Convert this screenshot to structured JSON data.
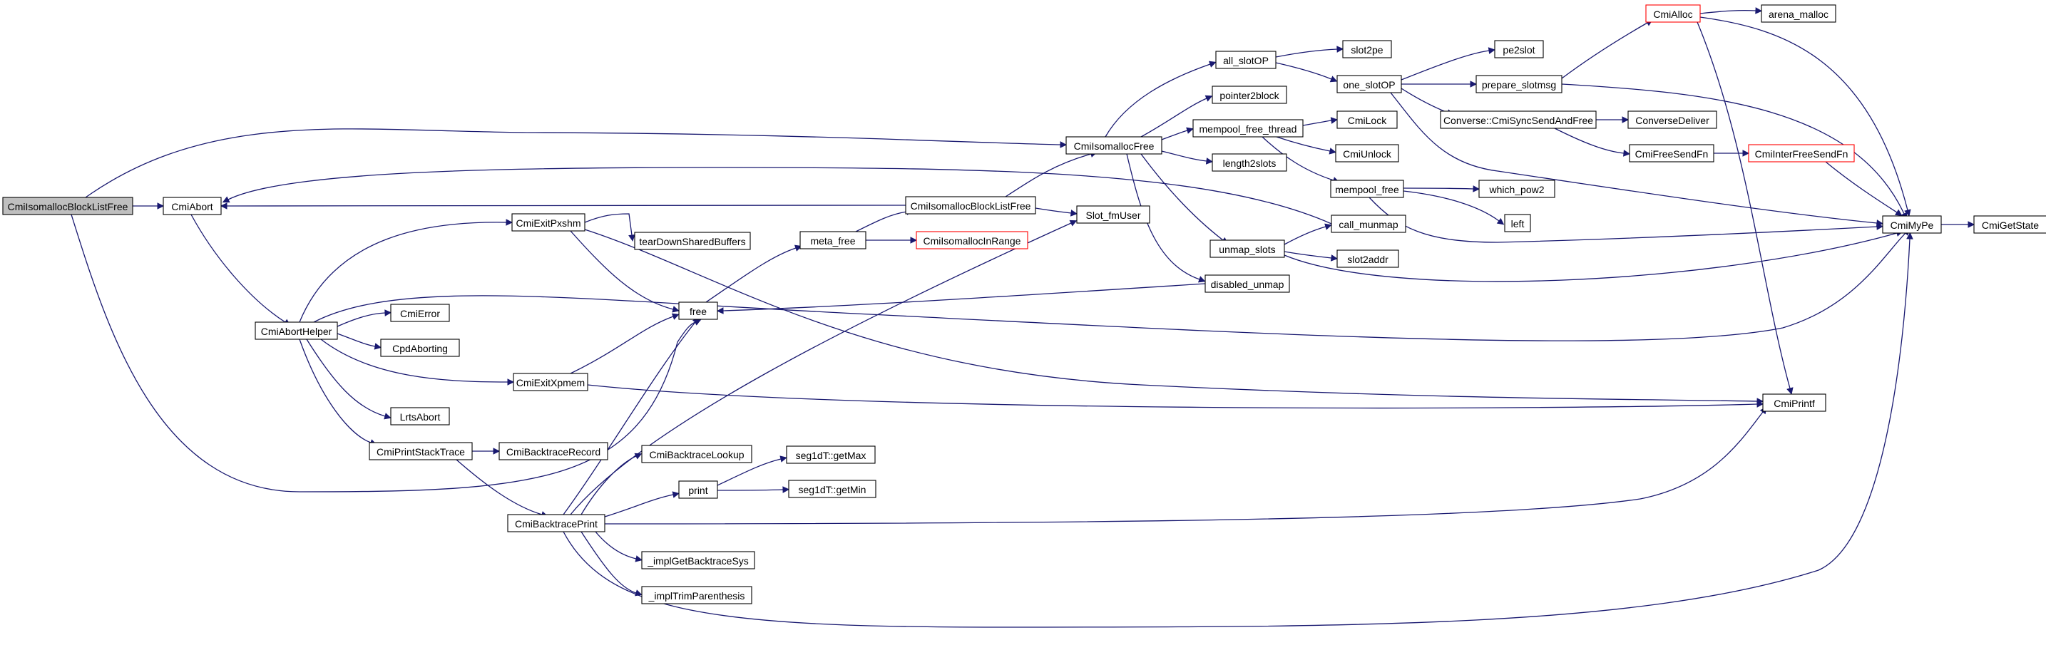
{
  "graph": {
    "edge_color": "#191970",
    "root_fill": "#bfbfbf",
    "truncated_border": "#ff0000",
    "nodes": [
      {
        "id": "CmiIsomallocBlockListFree_root",
        "label": "CmiIsomallocBlockListFree",
        "style": "root"
      },
      {
        "id": "CmiAbort",
        "label": "CmiAbort",
        "style": "normal"
      },
      {
        "id": "CmiAbortHelper",
        "label": "CmiAbortHelper",
        "style": "normal"
      },
      {
        "id": "CmiExitPxshm",
        "label": "CmiExitPxshm",
        "style": "normal"
      },
      {
        "id": "tearDownSharedBuffers",
        "label": "tearDownSharedBuffers",
        "style": "normal"
      },
      {
        "id": "CmiError",
        "label": "CmiError",
        "style": "normal"
      },
      {
        "id": "CpdAborting",
        "label": "CpdAborting",
        "style": "normal"
      },
      {
        "id": "CmiExitXpmem",
        "label": "CmiExitXpmem",
        "style": "normal"
      },
      {
        "id": "LrtsAbort",
        "label": "LrtsAbort",
        "style": "normal"
      },
      {
        "id": "CmiPrintStackTrace",
        "label": "CmiPrintStackTrace",
        "style": "normal"
      },
      {
        "id": "CmiBacktraceRecord",
        "label": "CmiBacktraceRecord",
        "style": "normal"
      },
      {
        "id": "CmiBacktracePrint",
        "label": "CmiBacktracePrint",
        "style": "normal"
      },
      {
        "id": "free",
        "label": "free",
        "style": "normal"
      },
      {
        "id": "meta_free",
        "label": "meta_free",
        "style": "normal"
      },
      {
        "id": "CmiIsomallocInRange",
        "label": "CmiIsomallocInRange",
        "style": "truncated"
      },
      {
        "id": "CmiIsomallocBlockListFree_mid",
        "label": "CmiIsomallocBlockListFree",
        "style": "normal"
      },
      {
        "id": "Slot_fmUser",
        "label": "Slot_fmUser",
        "style": "normal"
      },
      {
        "id": "CmiIsomallocFree",
        "label": "CmiIsomallocFree",
        "style": "normal"
      },
      {
        "id": "CmiBacktraceLookup",
        "label": "CmiBacktraceLookup",
        "style": "normal"
      },
      {
        "id": "print",
        "label": "print",
        "style": "normal"
      },
      {
        "id": "seg1dT_getMax",
        "label": "seg1dT::getMax",
        "style": "normal"
      },
      {
        "id": "seg1dT_getMin",
        "label": "seg1dT::getMin",
        "style": "normal"
      },
      {
        "id": "implGetBacktraceSys",
        "label": "_implGetBacktraceSys",
        "style": "normal"
      },
      {
        "id": "implTrimParenthesis",
        "label": "_implTrimParenthesis",
        "style": "normal"
      },
      {
        "id": "all_slotOP",
        "label": "all_slotOP",
        "style": "normal"
      },
      {
        "id": "pointer2block",
        "label": "pointer2block",
        "style": "normal"
      },
      {
        "id": "mempool_free_thread",
        "label": "mempool_free_thread",
        "style": "normal"
      },
      {
        "id": "length2slots",
        "label": "length2slots",
        "style": "normal"
      },
      {
        "id": "unmap_slots",
        "label": "unmap_slots",
        "style": "normal"
      },
      {
        "id": "disabled_unmap",
        "label": "disabled_unmap",
        "style": "normal"
      },
      {
        "id": "slot2pe",
        "label": "slot2pe",
        "style": "normal"
      },
      {
        "id": "one_slotOP",
        "label": "one_slotOP",
        "style": "normal"
      },
      {
        "id": "CmiLock",
        "label": "CmiLock",
        "style": "normal"
      },
      {
        "id": "CmiUnlock",
        "label": "CmiUnlock",
        "style": "normal"
      },
      {
        "id": "mempool_free",
        "label": "mempool_free",
        "style": "normal"
      },
      {
        "id": "call_munmap",
        "label": "call_munmap",
        "style": "normal"
      },
      {
        "id": "slot2addr",
        "label": "slot2addr",
        "style": "normal"
      },
      {
        "id": "pe2slot",
        "label": "pe2slot",
        "style": "normal"
      },
      {
        "id": "prepare_slotmsg",
        "label": "prepare_slotmsg",
        "style": "normal"
      },
      {
        "id": "CmiSyncSendAndFree",
        "label": "Converse::CmiSyncSendAndFree",
        "style": "normal"
      },
      {
        "id": "which_pow2",
        "label": "which_pow2",
        "style": "normal"
      },
      {
        "id": "left",
        "label": "left",
        "style": "normal"
      },
      {
        "id": "CmiAlloc",
        "label": "CmiAlloc",
        "style": "truncated"
      },
      {
        "id": "arena_malloc",
        "label": "arena_malloc",
        "style": "normal"
      },
      {
        "id": "ConverseDeliver",
        "label": "ConverseDeliver",
        "style": "normal"
      },
      {
        "id": "CmiFreeSendFn",
        "label": "CmiFreeSendFn",
        "style": "normal"
      },
      {
        "id": "CmiInterFreeSendFn",
        "label": "CmiInterFreeSendFn",
        "style": "truncated"
      },
      {
        "id": "CmiMyPe",
        "label": "CmiMyPe",
        "style": "normal"
      },
      {
        "id": "CmiGetState",
        "label": "CmiGetState",
        "style": "normal"
      },
      {
        "id": "CmiPrintf",
        "label": "CmiPrintf",
        "style": "normal"
      }
    ]
  }
}
